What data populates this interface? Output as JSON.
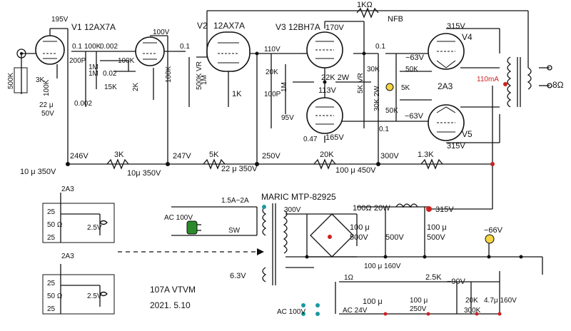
{
  "title_block": {
    "model": "107A VTVM",
    "date": "2021. 5.10"
  },
  "transformer": {
    "brand": "MARIC MTP-82925"
  },
  "tubes": {
    "v1": "V1 12AX7A",
    "v2": "V2",
    "v2_type": "12AX7A",
    "v3": "V3 12BH7A",
    "v4": "V4",
    "v5": "V5",
    "out_type": "2A3"
  },
  "labels": {
    "nfb_r": "1KΩ",
    "nfb": "NFB",
    "r_195v": "195V",
    "r_100v_top": "100V",
    "r_500k_in": "500K",
    "c_01a": "0.1",
    "r_100k_a": "100K",
    "c_0002a": "0.002",
    "c_200p": "200P",
    "r_1m_a": "1M",
    "r_1m_b": "1M",
    "c_002": "0.02",
    "r_100k_b": "100K",
    "r_15k": "15K",
    "c_0002b": "0.002",
    "r_3k": "3K",
    "c_22u": "22 μ",
    "v_50v": "50V",
    "r_100k_c": "100K",
    "r_2k": "2K",
    "r_100k_d": "100K",
    "c_01b": "0.1",
    "vr_500k": "500K VR",
    "r_1m_c": "1M",
    "r_1k": "1K",
    "v_110v": "110V",
    "r_20k_a": "20K",
    "c_100p": "100P",
    "r_1m_d": "1M",
    "v_95v": "95V",
    "c_047": "0.47",
    "v_170v": "170V",
    "r_22k": "22K 2W",
    "v_113v": "113V",
    "vr_5k": "5K VR",
    "r_30k_a": "30K",
    "r_30k_b": "30K 2W",
    "v_165v": "165V",
    "c_01c": "0.1",
    "c_01d": "0.1",
    "v_m63a": "−63V",
    "v_m63b": "−63V",
    "r_50k_a": "50K",
    "r_5k": "5K",
    "r_50k_b": "50K",
    "v_315a": "315V",
    "v_315b": "315V",
    "i_110ma": "110mA",
    "spk": "8Ω",
    "n_246v": "246V",
    "r_3k_b": "3K",
    "n_247v": "247V",
    "r_5k_b": "5K",
    "n_250v": "250V",
    "r_20k_b": "20K",
    "n_300v": "300V",
    "r_1_3k": "1.3K",
    "c_10u_350": "10 μ  350V",
    "c_10u_350b": "10μ 350V",
    "c_22u_350": "22 μ 350V",
    "c_100u_450": "100 μ  450V",
    "ac_100v": "AC 100V",
    "fuse": "1.5A−2A",
    "sw": "SW",
    "v_300v": "300V",
    "r_100ohm": "100Ω",
    "r_20w": "20W",
    "v_315c": "315V",
    "c_100u_500a": "100 μ\n500V",
    "c_100u_500a1": "100 μ",
    "c_100u_500a2": "500V",
    "c_500v": "500V",
    "c_100u_500b1": "100 μ",
    "c_100u_500b2": "500V",
    "v_m66": "−66V",
    "v_63": "6.3V",
    "c_100u_160a": "100 μ  160V",
    "r_1ohm": "1Ω",
    "c_100u_b": "100 μ",
    "c_100u_250": "100 μ",
    "v_250": "250V",
    "r_2_5k": "2.5K",
    "v_m90": "−90V",
    "r_20k_c": "20K",
    "r_300k": "300K",
    "c_47u_160": "4.7μ 160V",
    "ac_24v": "AC 24V",
    "ac_100v_b": "AC 100V",
    "f_2a3": "2A3",
    "f_25a": "25",
    "f_50ohm": "50 Ω",
    "f_25b": "25",
    "f_25v": "2.5V",
    "g_2a3": "2A3",
    "g_25a": "25",
    "g_50ohm": "50 Ω",
    "g_25b": "25",
    "g_25v": "2.5V",
    "plus": "+",
    "minus": "−"
  }
}
